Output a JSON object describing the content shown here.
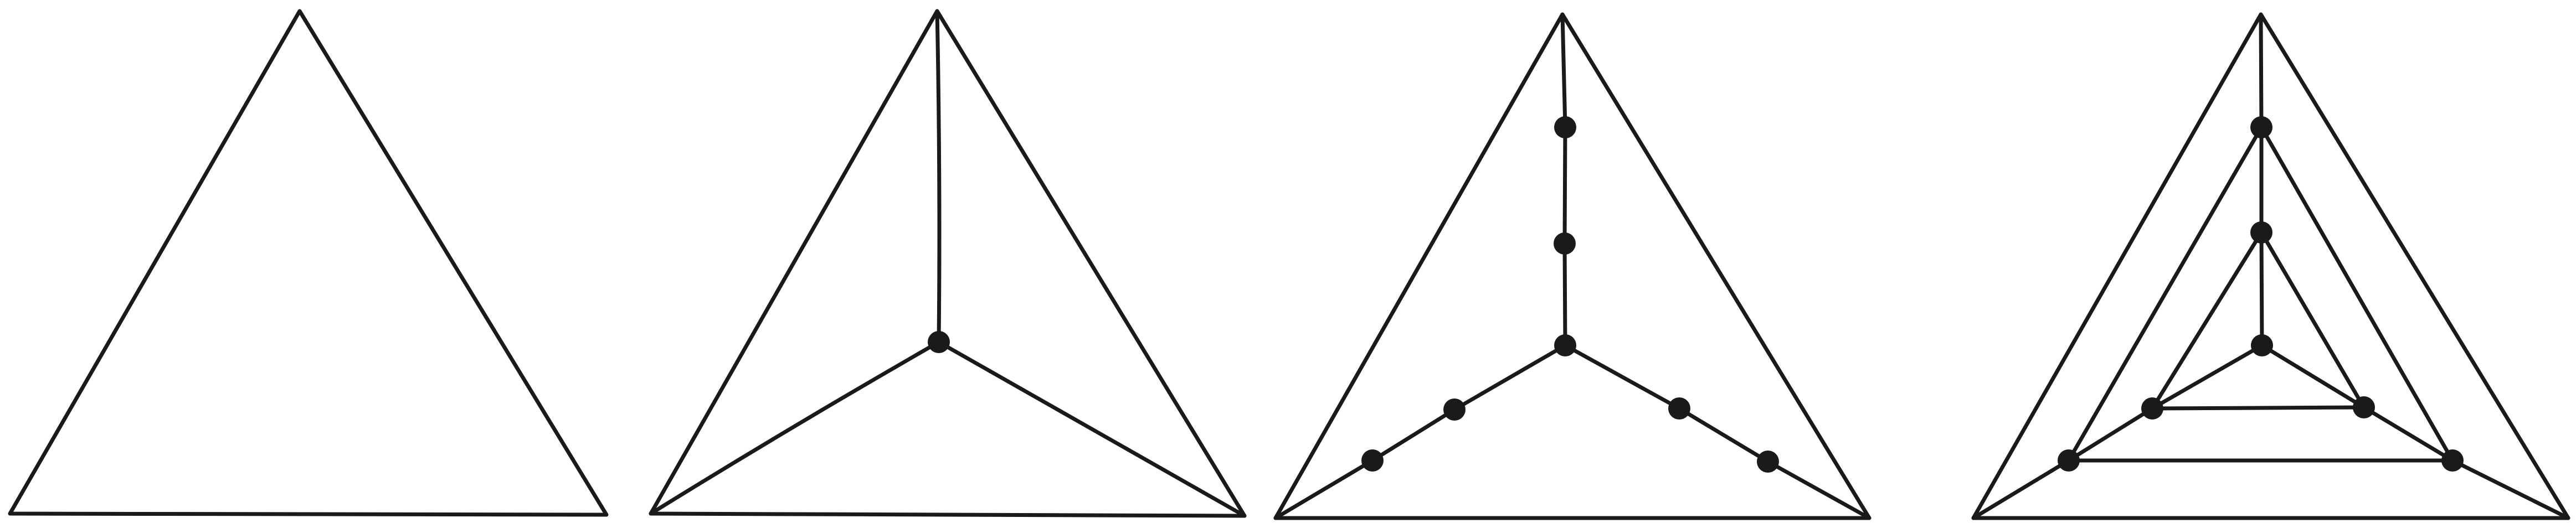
{
  "diagram": {
    "panels": [
      {
        "id": "panel-1",
        "stage": 1,
        "inner_vertex_count": 0,
        "nested_triangles": 0
      },
      {
        "id": "panel-2",
        "stage": 2,
        "inner_vertex_count": 1,
        "nested_triangles": 0
      },
      {
        "id": "panel-3",
        "stage": 3,
        "inner_vertex_count": 7,
        "nested_triangles": 0
      },
      {
        "id": "panel-4",
        "stage": 4,
        "inner_vertex_count": 7,
        "nested_triangles": 2
      }
    ],
    "colors": {
      "stroke": "#1a1a1a",
      "vertex_fill": "#1a1a1a",
      "background": "#ffffff"
    }
  }
}
